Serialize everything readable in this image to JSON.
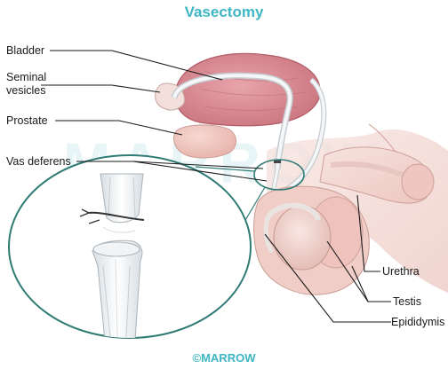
{
  "title": "Vasectomy",
  "labels": {
    "bladder": "Bladder",
    "seminal_vesicles_line1": "Seminal",
    "seminal_vesicles_line2": "vesicles",
    "prostate": "Prostate",
    "vas_deferens": "Vas deferens",
    "urethra": "Urethra",
    "testis": "Testis",
    "epididymis": "Epididymis"
  },
  "watermark": "MARROW",
  "credit": "©MARROW",
  "colors": {
    "title": "#3fb6c4",
    "bladder": "#d98a92",
    "tissue": "#f2cfc9",
    "vas": "#eef2f4",
    "lens_outline": "#2f7b74"
  }
}
